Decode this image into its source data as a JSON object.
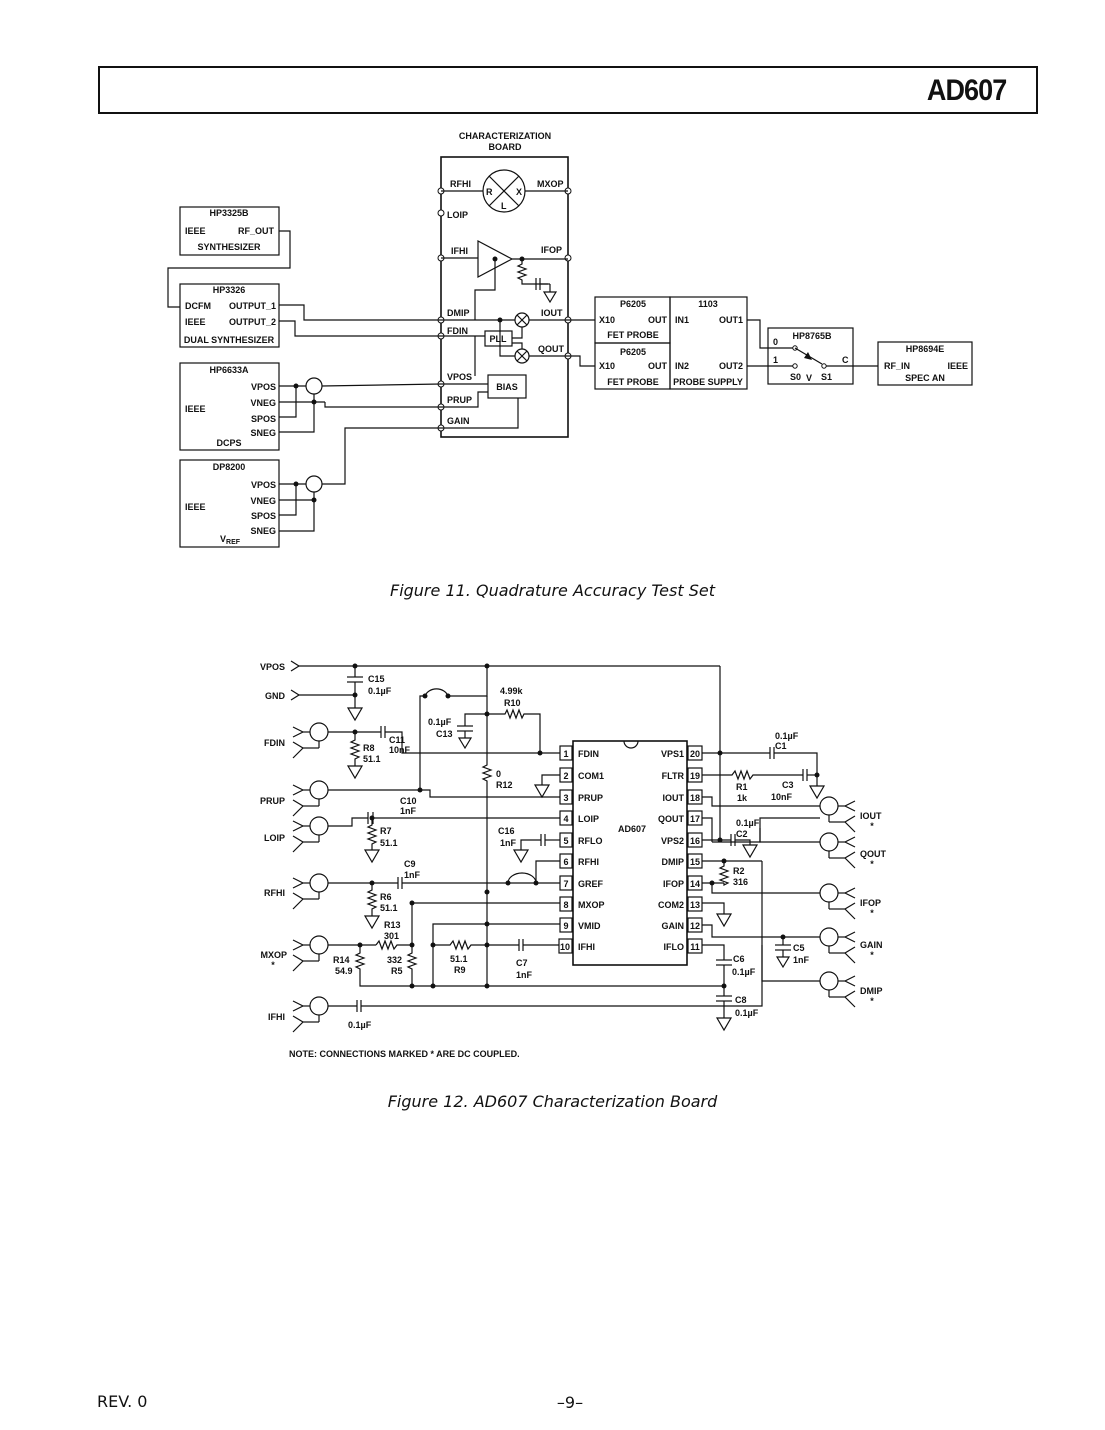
{
  "header": {
    "part_number": "AD607"
  },
  "fig11": {
    "caption": "Figure 11.  Quadrature Accuracy Test Set",
    "char_board": {
      "title_line1": "CHARACTERIZATION",
      "title_line2": "BOARD",
      "pins": [
        "RFHI",
        "LOIP",
        "IFHI",
        "DMIP",
        "FDIN",
        "VPOS",
        "PRUP",
        "GAIN",
        "MXOP",
        "IFOP",
        "IOUT",
        "QOUT"
      ],
      "mixer_letters": [
        "R",
        "X",
        "L"
      ],
      "pll_label": "PLL",
      "bias_label": "BIAS"
    },
    "hp3325b": {
      "title": "HP3325B",
      "left": "IEEE",
      "right": "RF_OUT",
      "bottom": "SYNTHESIZER"
    },
    "hp3326": {
      "title": "HP3326",
      "rows": [
        [
          "DCFM",
          "OUTPUT_1"
        ],
        [
          "IEEE",
          "OUTPUT_2"
        ]
      ],
      "bottom": "DUAL SYNTHESIZER"
    },
    "hp6633a": {
      "title": "HP6633A",
      "left": "IEEE",
      "pins": [
        "VPOS",
        "VNEG",
        "SPOS",
        "SNEG"
      ],
      "bottom": "DCPS"
    },
    "dp8200": {
      "title": "DP8200",
      "left": "IEEE",
      "pins": [
        "VPOS",
        "VNEG",
        "SPOS",
        "SNEG"
      ],
      "bottom_main": "V",
      "bottom_sub": "REF"
    },
    "p6205_a": {
      "title": "P6205",
      "left": "X10",
      "right": "OUT",
      "bottom": "FET PROBE"
    },
    "p6205_b": {
      "title": "P6205",
      "left": "X10",
      "right": "OUT",
      "bottom": "FET PROBE"
    },
    "probe_supply": {
      "title": "1103",
      "row1": [
        "IN1",
        "OUT1"
      ],
      "row2": [
        "IN2",
        "OUT2"
      ],
      "bottom": "PROBE SUPPLY"
    },
    "hp8765b": {
      "title": "HP8765B",
      "zero": "0",
      "one": "1",
      "c": "C",
      "bottom": [
        "S0",
        "V",
        "S1"
      ]
    },
    "hp8694e": {
      "title": "HP8694E",
      "left": "RF_IN",
      "right": "IEEE",
      "bottom": "SPEC AN"
    }
  },
  "fig12": {
    "caption": "Figure 12.  AD607 Characterization Board",
    "chip_name": "AD607",
    "left_pins": [
      {
        "num": "1",
        "name": "FDIN"
      },
      {
        "num": "2",
        "name": "COM1"
      },
      {
        "num": "3",
        "name": "PRUP"
      },
      {
        "num": "4",
        "name": "LOIP"
      },
      {
        "num": "5",
        "name": "RFLO"
      },
      {
        "num": "6",
        "name": "RFHI"
      },
      {
        "num": "7",
        "name": "GREF"
      },
      {
        "num": "8",
        "name": "MXOP"
      },
      {
        "num": "9",
        "name": "VMID"
      },
      {
        "num": "10",
        "name": "IFHI"
      }
    ],
    "right_pins": [
      {
        "num": "20",
        "name": "VPS1"
      },
      {
        "num": "19",
        "name": "FLTR"
      },
      {
        "num": "18",
        "name": "IOUT"
      },
      {
        "num": "17",
        "name": "QOUT"
      },
      {
        "num": "16",
        "name": "VPS2"
      },
      {
        "num": "15",
        "name": "DMIP"
      },
      {
        "num": "14",
        "name": "IFOP"
      },
      {
        "num": "13",
        "name": "COM2"
      },
      {
        "num": "12",
        "name": "GAIN"
      },
      {
        "num": "11",
        "name": "IFLO"
      }
    ],
    "left_terminals": [
      "VPOS",
      "GND",
      "FDIN",
      "PRUP",
      "LOIP",
      "RFHI",
      "MXOP",
      "IFHI"
    ],
    "right_terminals": [
      "IOUT",
      "QOUT",
      "IFOP",
      "GAIN",
      "DMIP"
    ],
    "dc_mark": "*",
    "components": {
      "c15": [
        "C15",
        "0.1µF"
      ],
      "c11": [
        "C11",
        "10nF"
      ],
      "r8": [
        "R8",
        "51.1"
      ],
      "r10": [
        "4.99k",
        "R10"
      ],
      "c13": [
        "0.1µF",
        "C13"
      ],
      "r12": [
        "0",
        "R12"
      ],
      "c10": [
        "C10",
        "1nF"
      ],
      "r7": [
        "R7",
        "51.1"
      ],
      "c16": [
        "C16",
        "1nF"
      ],
      "c9": [
        "C9",
        "1nF"
      ],
      "r6": [
        "R6",
        "51.1"
      ],
      "r13": [
        "R13",
        "301"
      ],
      "r14": [
        "R14",
        "54.9"
      ],
      "r5": [
        "332",
        "R5"
      ],
      "r9": [
        "51.1",
        "R9"
      ],
      "c7": [
        "C7",
        "1nF"
      ],
      "c_ifhi": [
        "0.1µF"
      ],
      "c1": [
        "0.1µF",
        "C1"
      ],
      "r1": [
        "R1",
        "1k"
      ],
      "c3": [
        "C3",
        "10nF"
      ],
      "c2": [
        "0.1µF",
        "C2"
      ],
      "r2": [
        "R2",
        "316"
      ],
      "c5": [
        "C5",
        "1nF"
      ],
      "c6": [
        "C6",
        "0.1µF"
      ],
      "c8": [
        "C8",
        "0.1µF"
      ]
    },
    "note": "NOTE: CONNECTIONS MARKED * ARE DC COUPLED."
  },
  "footer": {
    "rev": "REV. 0",
    "page": "–9–"
  }
}
